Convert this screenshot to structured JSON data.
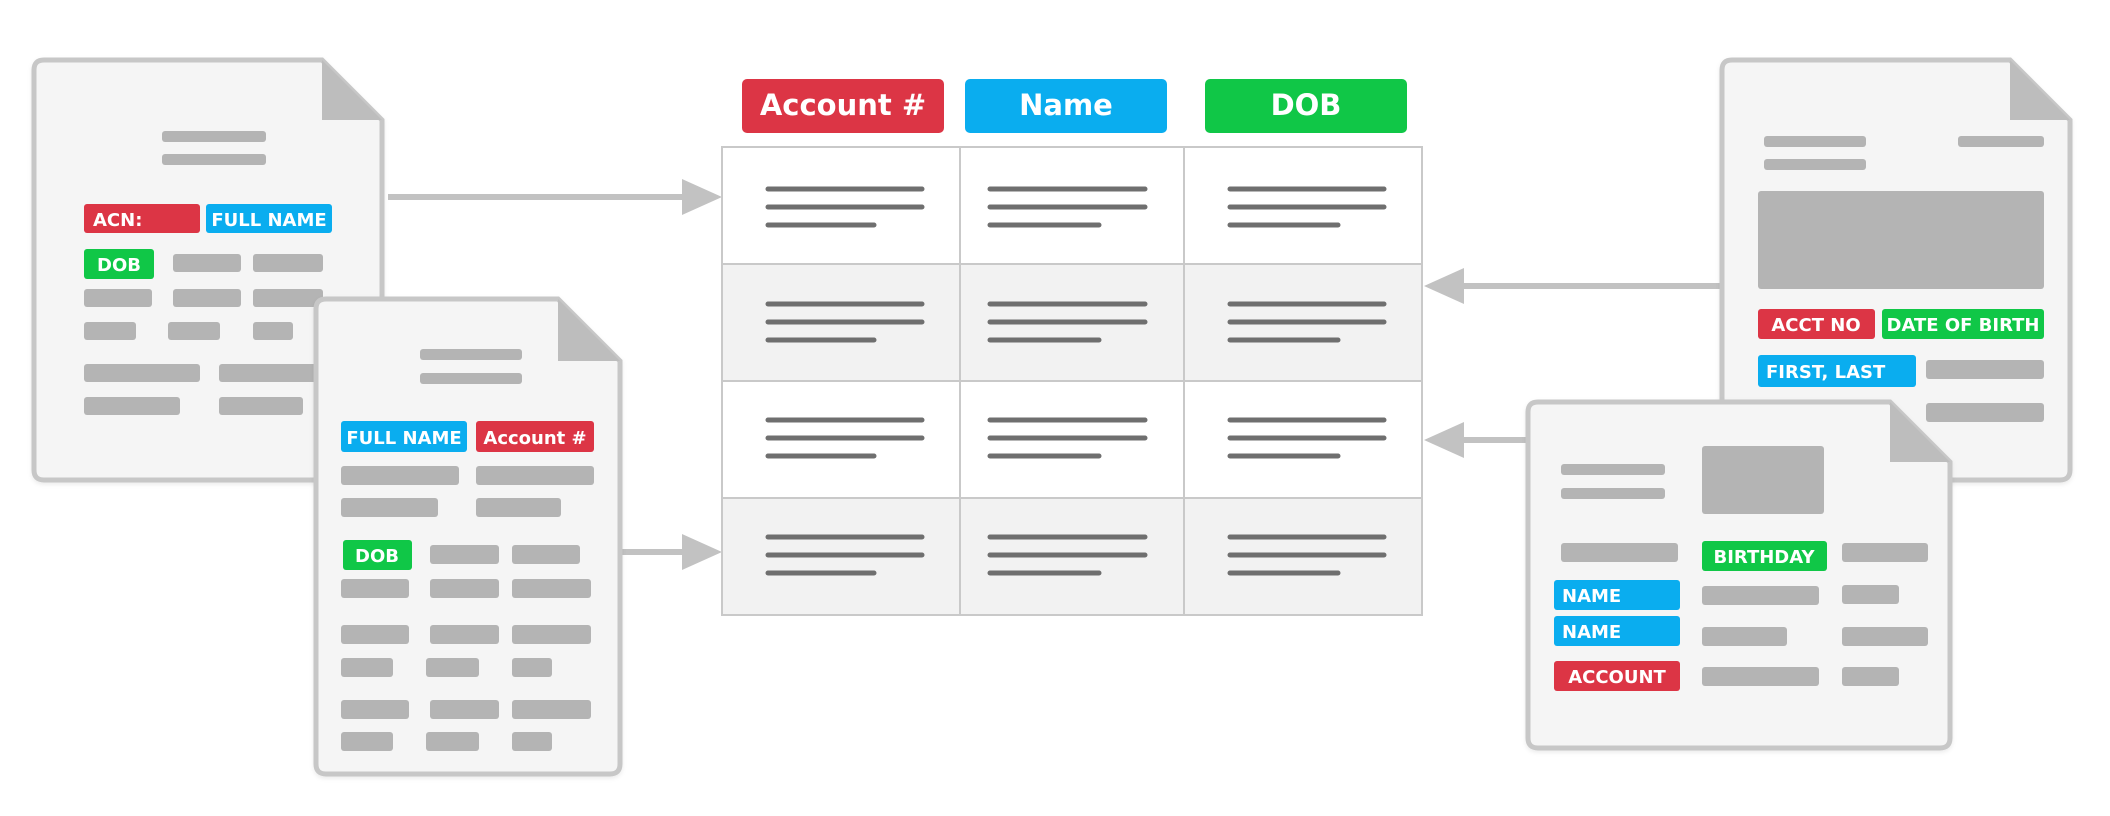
{
  "colors": {
    "account": "#dc3545",
    "name": "#0aadef",
    "dob": "#10c747",
    "placeholder": "#b4b4b4",
    "doc_fill": "#f5f5f5",
    "doc_border": "#c7c7c7",
    "table_line": "#6f6f6f",
    "arrow": "#c2c2c2"
  },
  "table": {
    "headers": [
      "Account #",
      "Name",
      "DOB"
    ]
  },
  "documents": {
    "doc1": {
      "labels": [
        "ACN:",
        "FULL NAME",
        "DOB"
      ]
    },
    "doc2": {
      "labels": [
        "FULL NAME",
        "Account #",
        "DOB"
      ]
    },
    "doc3": {
      "labels": [
        "ACCT NO",
        "DATE OF BIRTH",
        "FIRST, LAST"
      ]
    },
    "doc4": {
      "labels": [
        "BIRTHDAY",
        "NAME",
        "NAME",
        "ACCOUNT"
      ]
    }
  }
}
